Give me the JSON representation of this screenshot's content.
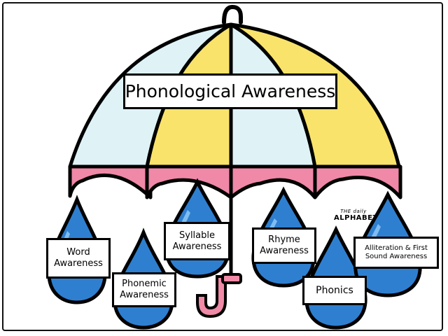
{
  "title": "Phonological Awareness",
  "drops": [
    {
      "line1": "Word",
      "line2": "Awareness"
    },
    {
      "line1": "Phonemic",
      "line2": "Awareness"
    },
    {
      "line1": "Syllable",
      "line2": "Awareness"
    },
    {
      "line1": "Rhyme",
      "line2": "Awareness"
    },
    {
      "line1": "Phonics"
    },
    {
      "line1": "Alliteration & First",
      "line2": "Sound Awareness"
    }
  ],
  "logo": {
    "line1": "THE daily",
    "line2": "ALPHABET"
  },
  "colors": {
    "panel_light_blue": "#dff3f7",
    "panel_yellow": "#f9e36a",
    "trim_pink": "#f088a8",
    "handle_pink": "#f08aa6",
    "drop_blue": "#2f7fd0",
    "drop_highlight": "#7fbdf0",
    "outline": "#000000"
  },
  "icons": [
    "umbrella-icon",
    "raindrop-icon"
  ]
}
